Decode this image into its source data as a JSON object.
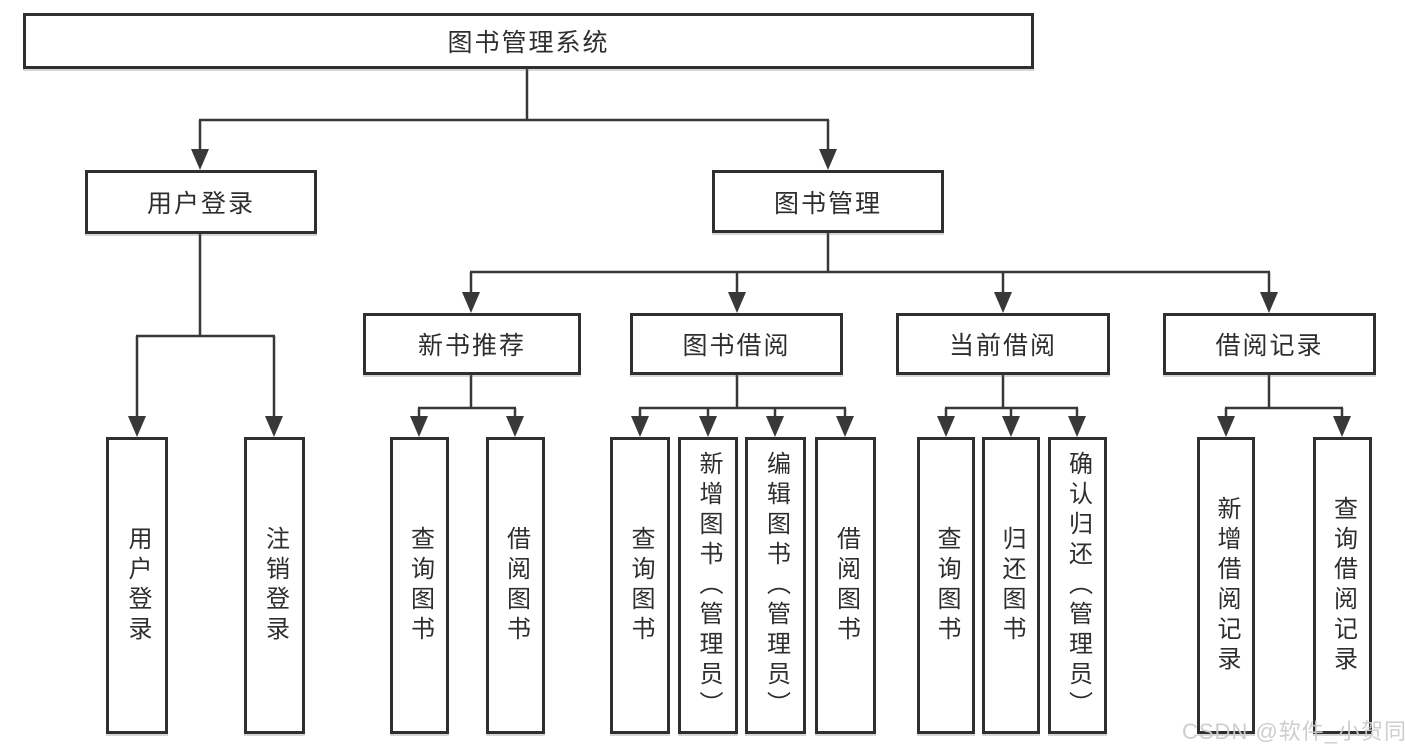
{
  "diagram_type": "hierarchy-tree",
  "tree": {
    "label": "图书管理系统",
    "children": [
      {
        "label": "用户登录",
        "children": [
          {
            "label": "用户登录"
          },
          {
            "label": "注销登录"
          }
        ]
      },
      {
        "label": "图书管理",
        "children": [
          {
            "label": "新书推荐",
            "children": [
              {
                "label": "查询图书"
              },
              {
                "label": "借阅图书"
              }
            ]
          },
          {
            "label": "图书借阅",
            "children": [
              {
                "label": "查询图书"
              },
              {
                "label": "新增图书（管理员）"
              },
              {
                "label": "编辑图书（管理员）"
              },
              {
                "label": "借阅图书"
              }
            ]
          },
          {
            "label": "当前借阅",
            "children": [
              {
                "label": "查询图书"
              },
              {
                "label": "归还图书"
              },
              {
                "label": "确认归还（管理员）"
              }
            ]
          },
          {
            "label": "借阅记录",
            "children": [
              {
                "label": "新增借阅记录"
              },
              {
                "label": "查询借阅记录"
              }
            ]
          }
        ]
      }
    ]
  },
  "watermark": {
    "text": "CSDN @软件_小贺同学"
  },
  "colors": {
    "line": "#383838",
    "box_border": "#2f2f2f",
    "text": "#2e2e2e",
    "watermark": "#cbcbcb",
    "background": "#ffffff"
  }
}
